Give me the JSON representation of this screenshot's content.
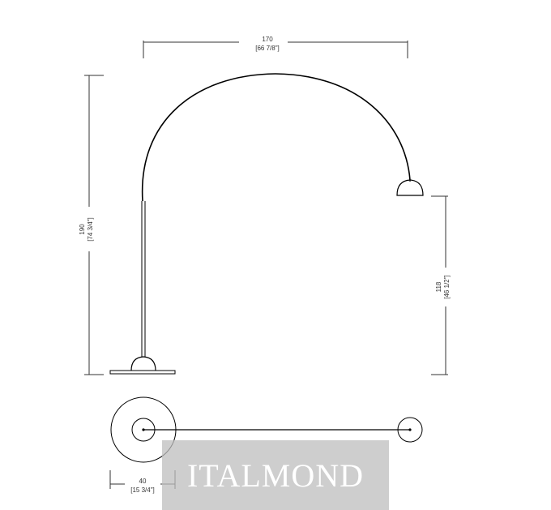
{
  "dimensions": {
    "width": {
      "value": "170",
      "imperial": "[66 7/8\"]"
    },
    "height": {
      "value": "190",
      "imperial": "[74 3/4\"]"
    },
    "shade_height": {
      "value": "118",
      "imperial": "[46 1/2\"]"
    },
    "base_diameter": {
      "value": "40",
      "imperial": "[15 3/4\"]"
    }
  },
  "watermark": {
    "text": "ITALMOND"
  },
  "colors": {
    "line": "#000000",
    "dimension_line": "#333333",
    "watermark_bg": "#bebebe",
    "watermark_text": "#ffffff"
  }
}
